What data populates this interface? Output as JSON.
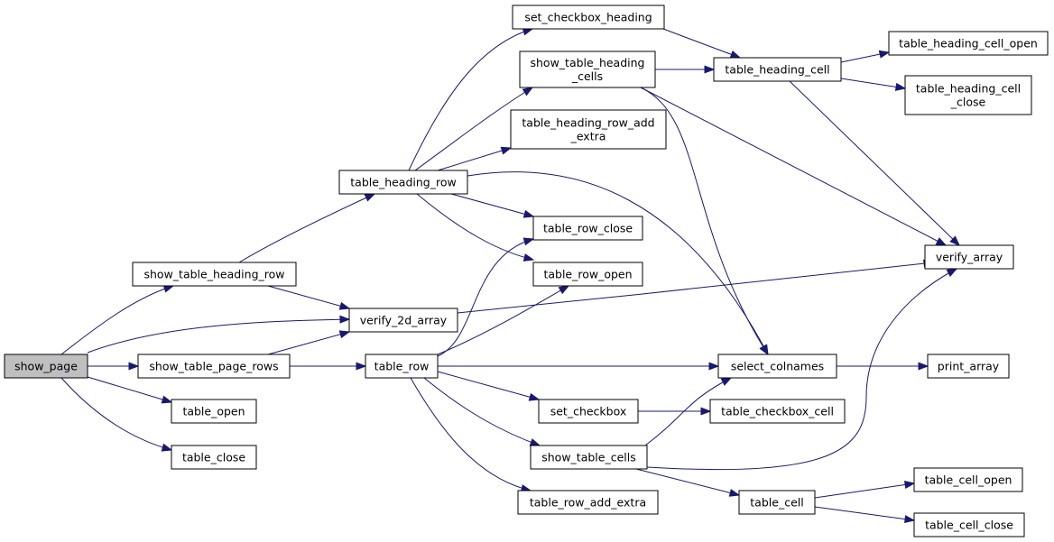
{
  "colors": {
    "edge": "#191970",
    "root_fill": "#bfbfbf",
    "node_fill": "#ffffff",
    "node_border": "#000000"
  },
  "nodes": {
    "show_page": [
      "show_page"
    ],
    "show_table_heading_row": [
      "show_table_heading_row"
    ],
    "verify_2d_array": [
      "verify_2d_array"
    ],
    "show_table_page_rows": [
      "show_table_page_rows"
    ],
    "table_open": [
      "table_open"
    ],
    "table_close": [
      "table_close"
    ],
    "table_heading_row": [
      "table_heading_row"
    ],
    "table_row": [
      "table_row"
    ],
    "set_checkbox_heading": [
      "set_checkbox_heading"
    ],
    "show_table_heading_cells": [
      "show_table_heading",
      "_cells"
    ],
    "table_heading_row_add_extra": [
      "table_heading_row_add",
      "_extra"
    ],
    "table_row_close": [
      "table_row_close"
    ],
    "table_row_open": [
      "table_row_open"
    ],
    "set_checkbox": [
      "set_checkbox"
    ],
    "show_table_cells": [
      "show_table_cells"
    ],
    "table_row_add_extra": [
      "table_row_add_extra"
    ],
    "table_heading_cell": [
      "table_heading_cell"
    ],
    "select_colnames": [
      "select_colnames"
    ],
    "table_checkbox_cell": [
      "table_checkbox_cell"
    ],
    "table_cell": [
      "table_cell"
    ],
    "table_heading_cell_open": [
      "table_heading_cell_open"
    ],
    "table_heading_cell_close": [
      "table_heading_cell",
      "_close"
    ],
    "verify_array": [
      "verify_array"
    ],
    "print_array": [
      "print_array"
    ],
    "table_cell_open": [
      "table_cell_open"
    ],
    "table_cell_close": [
      "table_cell_close"
    ]
  },
  "edges": [
    [
      "show_page",
      "show_table_heading_row"
    ],
    [
      "show_page",
      "verify_2d_array"
    ],
    [
      "show_page",
      "show_table_page_rows"
    ],
    [
      "show_page",
      "table_open"
    ],
    [
      "show_page",
      "table_close"
    ],
    [
      "show_table_heading_row",
      "table_heading_row"
    ],
    [
      "show_table_heading_row",
      "verify_2d_array"
    ],
    [
      "show_table_page_rows",
      "verify_2d_array"
    ],
    [
      "show_table_page_rows",
      "table_row"
    ],
    [
      "verify_2d_array",
      "verify_array"
    ],
    [
      "table_heading_row",
      "set_checkbox_heading"
    ],
    [
      "table_heading_row",
      "show_table_heading_cells"
    ],
    [
      "table_heading_row",
      "table_heading_row_add_extra"
    ],
    [
      "table_heading_row",
      "table_row_close"
    ],
    [
      "table_heading_row",
      "table_row_open"
    ],
    [
      "table_heading_row",
      "select_colnames"
    ],
    [
      "table_row",
      "table_row_close"
    ],
    [
      "table_row",
      "table_row_open"
    ],
    [
      "table_row",
      "select_colnames"
    ],
    [
      "table_row",
      "set_checkbox"
    ],
    [
      "table_row",
      "show_table_cells"
    ],
    [
      "table_row",
      "table_row_add_extra"
    ],
    [
      "set_checkbox_heading",
      "table_heading_cell"
    ],
    [
      "show_table_heading_cells",
      "table_heading_cell"
    ],
    [
      "show_table_heading_cells",
      "select_colnames"
    ],
    [
      "show_table_heading_cells",
      "verify_array"
    ],
    [
      "table_heading_cell",
      "table_heading_cell_open"
    ],
    [
      "table_heading_cell",
      "table_heading_cell_close"
    ],
    [
      "table_heading_cell",
      "verify_array"
    ],
    [
      "set_checkbox",
      "table_checkbox_cell"
    ],
    [
      "show_table_cells",
      "select_colnames"
    ],
    [
      "show_table_cells",
      "verify_array"
    ],
    [
      "show_table_cells",
      "table_cell"
    ],
    [
      "select_colnames",
      "print_array"
    ],
    [
      "table_cell",
      "table_cell_open"
    ],
    [
      "table_cell",
      "table_cell_close"
    ]
  ]
}
